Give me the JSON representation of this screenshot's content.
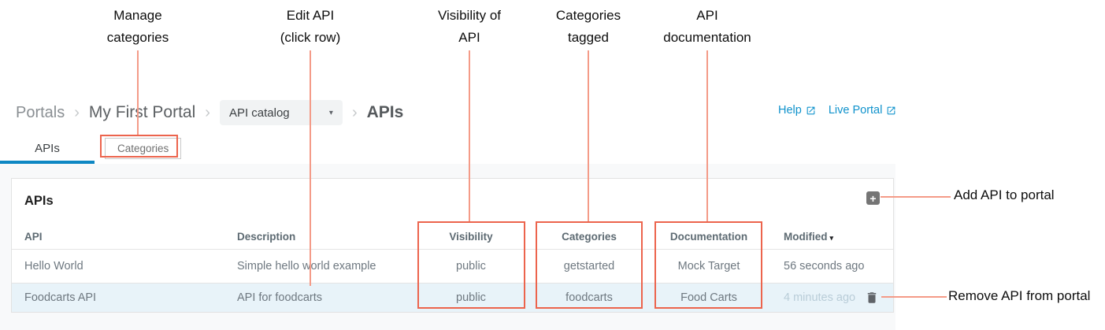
{
  "annotations": {
    "top_labels": [
      {
        "text": "Manage\ncategories"
      },
      {
        "text": "Edit API\n(click row)"
      },
      {
        "text": "Visibility of\nAPI"
      },
      {
        "text": "Categories\ntagged"
      },
      {
        "text": "API\ndocumentation"
      }
    ],
    "side_labels": [
      {
        "text": "Add API to portal"
      },
      {
        "text": "Remove API from portal"
      }
    ]
  },
  "breadcrumb": {
    "separator": "›",
    "items": [
      {
        "label": "Portals"
      },
      {
        "label": "My First Portal"
      }
    ],
    "dropdown": {
      "value": "API catalog",
      "caret": "▾"
    },
    "current": "APIs"
  },
  "header_links": {
    "help": "Help",
    "live_portal": "Live Portal"
  },
  "tabs": [
    {
      "label": "APIs",
      "active": true
    },
    {
      "label": "Categories",
      "active": false
    }
  ],
  "panel": {
    "title": "APIs",
    "add_icon": "+"
  },
  "table": {
    "columns": {
      "api": "API",
      "description": "Description",
      "visibility": "Visibility",
      "categories": "Categories",
      "documentation": "Documentation",
      "modified": "Modified",
      "sort_caret": "▾"
    },
    "rows": [
      {
        "api": "Hello World",
        "description": "Simple hello world example",
        "visibility": "public",
        "categories": "getstarted",
        "documentation": "Mock Target",
        "modified": "56 seconds ago",
        "selected": false
      },
      {
        "api": "Foodcarts API",
        "description": "API for foodcarts",
        "visibility": "public",
        "categories": "foodcarts",
        "documentation": "Food Carts",
        "modified": "4 minutes ago",
        "selected": true
      }
    ]
  },
  "colors": {
    "annotation_red_box": "#ec644d",
    "annotation_red_line": "#f49b88",
    "link_blue": "#0f92cc",
    "active_tab_underline": "#0e87c3",
    "selected_row_bg": "#e8f3f9",
    "add_button_bg": "#757575",
    "content_bg": "#f8f9fa"
  }
}
